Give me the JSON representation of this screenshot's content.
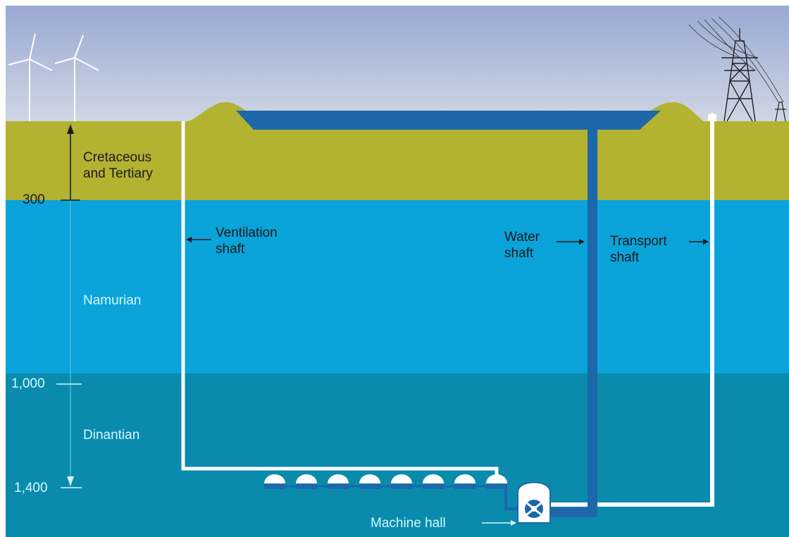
{
  "colors": {
    "sky_top": "#9aa9d3",
    "sky_bottom": "#cfd6e4",
    "cretaceous_layer": "#b3b231",
    "namurian_layer": "#0aa3da",
    "dinantian_layer": "#0a8bad",
    "reservoir_water": "#1d67ab",
    "shaft_white": "#ffffff",
    "label_dark": "#1a1a1a",
    "label_light": "#d2f8ff"
  },
  "depth_scale": {
    "ticks": [
      "300",
      "1,000",
      "1,400"
    ]
  },
  "layers": [
    {
      "name": "Cretaceous\nand Tertiary"
    },
    {
      "name": "Namurian"
    },
    {
      "name": "Dinantian"
    }
  ],
  "shafts": {
    "ventilation": "Ventilation\nshaft",
    "water": "Water\nshaft",
    "transport": "Transport\nshaft"
  },
  "machine_hall": "Machine hall",
  "turbine_unit_count": 8,
  "icons": [
    "wind-turbine-icon",
    "power-pylon-icon",
    "turbine-pump-icon"
  ]
}
